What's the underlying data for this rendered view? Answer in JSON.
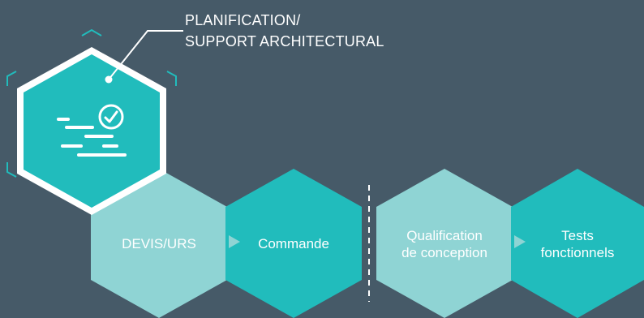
{
  "callout": {
    "line1": "PLANIFICATION/",
    "line2": "SUPPORT ARCHITECTURAL"
  },
  "steps": [
    {
      "label": "DEVIS/URS",
      "color": "#8fd4d4"
    },
    {
      "label": "Commande",
      "color": "#21bcbc"
    },
    {
      "label_line1": "Qualification",
      "label_line2": "de conception",
      "color": "#8fd4d4"
    },
    {
      "label_line1": "Tests",
      "label_line2": "fonctionnels",
      "color": "#21bcbc"
    }
  ],
  "colors": {
    "background": "#465a68",
    "teal": "#21bcbc",
    "light_teal": "#8fd4d4",
    "white": "#ffffff"
  },
  "icons": {
    "planning": "document-check-icon",
    "step_arrow": "chevron-right-icon"
  }
}
